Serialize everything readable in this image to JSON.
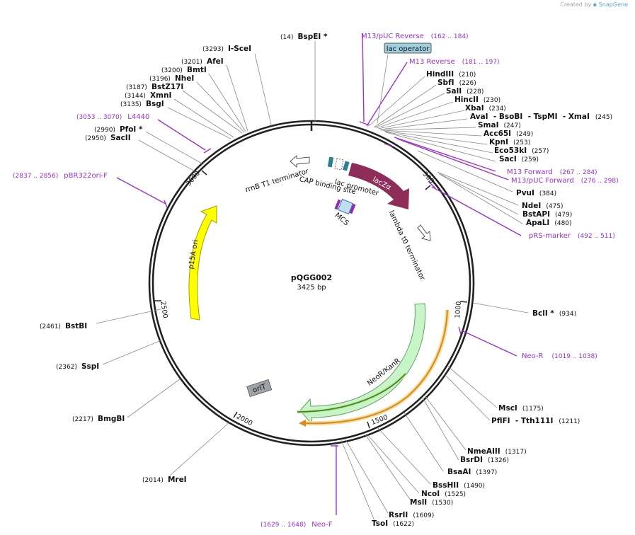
{
  "credit": {
    "prefix": "Created by",
    "brand": "SnapGene"
  },
  "plasmid": {
    "name": "pQGG002",
    "length_label": "3425 bp"
  },
  "ticks": [
    "500",
    "1000",
    "1500",
    "2000",
    "2500",
    "3000"
  ],
  "enzymes": [
    {
      "name": "BspEI *",
      "pos": "(14)"
    },
    {
      "name": "I-SceI",
      "pos": "(3293)"
    },
    {
      "name": "AfeI",
      "pos": "(3201)"
    },
    {
      "name": "BmtI",
      "pos": "(3200)"
    },
    {
      "name": "NheI",
      "pos": "(3196)"
    },
    {
      "name": "BstZ17I",
      "pos": "(3187)"
    },
    {
      "name": "XmnI",
      "pos": "(3144)"
    },
    {
      "name": "BsgI",
      "pos": "(3135)"
    },
    {
      "name": "PfoI *",
      "pos": "(2990)"
    },
    {
      "name": "SacII",
      "pos": "(2950)"
    },
    {
      "name": "HindIII",
      "pos": "(210)"
    },
    {
      "name": "SbfI",
      "pos": "(226)"
    },
    {
      "name": "SalI",
      "pos": "(228)"
    },
    {
      "name": "HincII",
      "pos": "(230)"
    },
    {
      "name": "XbaI",
      "pos": "(234)"
    },
    {
      "name": "AvaI  - BsoBI  - TspMI  - XmaI",
      "pos": "(245)"
    },
    {
      "name": "SmaI",
      "pos": "(247)"
    },
    {
      "name": "Acc65I",
      "pos": "(249)"
    },
    {
      "name": "KpnI",
      "pos": "(253)"
    },
    {
      "name": "Eco53kI",
      "pos": "(257)"
    },
    {
      "name": "SacI",
      "pos": "(259)"
    },
    {
      "name": "PvuI",
      "pos": "(384)"
    },
    {
      "name": "NdeI",
      "pos": "(475)"
    },
    {
      "name": "BstAPI",
      "pos": "(479)"
    },
    {
      "name": "ApaLI",
      "pos": "(480)"
    },
    {
      "name": "BclI *",
      "pos": "(934)"
    },
    {
      "name": "MscI",
      "pos": "(1175)"
    },
    {
      "name": "PflFI  - Tth111I",
      "pos": "(1211)"
    },
    {
      "name": "NmeAIII",
      "pos": "(1317)"
    },
    {
      "name": "BsrDI",
      "pos": "(1326)"
    },
    {
      "name": "BsaAI",
      "pos": "(1397)"
    },
    {
      "name": "BssHII",
      "pos": "(1490)"
    },
    {
      "name": "NcoI",
      "pos": "(1525)"
    },
    {
      "name": "MslI",
      "pos": "(1530)"
    },
    {
      "name": "RsrII",
      "pos": "(1609)"
    },
    {
      "name": "TsoI",
      "pos": "(1622)"
    },
    {
      "name": "BstBI",
      "pos": "(2461)"
    },
    {
      "name": "SspI",
      "pos": "(2362)"
    },
    {
      "name": "BmgBI",
      "pos": "(2217)"
    },
    {
      "name": "MreI",
      "pos": "(2014)"
    }
  ],
  "primers": [
    {
      "name": "M13/pUC Reverse",
      "range": "(162 .. 184)"
    },
    {
      "name": "M13 Reverse",
      "range": "(181 .. 197)"
    },
    {
      "name": "L4440",
      "range": "(3053 .. 3070)"
    },
    {
      "name": "pBR322ori-F",
      "range": "(2837 .. 2856)"
    },
    {
      "name": "M13 Forward",
      "range": "(267 .. 284)"
    },
    {
      "name": "M13/pUC Forward",
      "range": "(276 .. 298)"
    },
    {
      "name": "pRS-marker",
      "range": "(492 .. 511)"
    },
    {
      "name": "Neo-R",
      "range": "(1019 .. 1038)"
    },
    {
      "name": "Neo-F",
      "range": "(1629 .. 1648)"
    }
  ],
  "features": {
    "lac_operator": "lac operator",
    "lacZa": "lacZα",
    "rrnB": "rrnB T1 terminator",
    "lac_promoter": "lac promoter",
    "cap": "CAP binding site",
    "mcs": "MCS",
    "lambda": "lambda t0 terminator",
    "p15a": "p15A ori",
    "neo": "NeoR/KanR",
    "orit": "oriT"
  },
  "colors": {
    "primer": "#9b30d0",
    "lacZa": "#8e2c5a",
    "p15a": "#ffff00",
    "neo": "#c8f5c8",
    "orit": "#9ea3a8",
    "lac_operator": "#9fd0e0",
    "orf_green": "#3a8a1a",
    "orf_orange": "#d98a1a"
  }
}
